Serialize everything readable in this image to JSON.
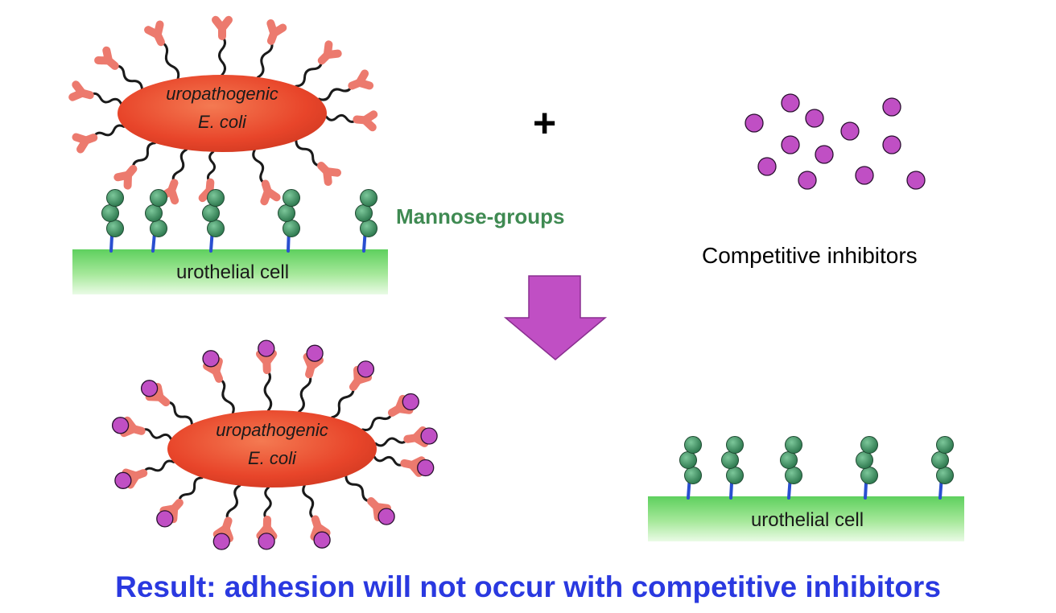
{
  "labels": {
    "bacterium_name_line1": "uropathogenic",
    "bacterium_name_line2": "E. coli",
    "cell_label": "urothelial cell",
    "plus_sign": "+",
    "mannose_label": "Mannose-groups",
    "inhibitor_label": "Competitive inhibitors",
    "result_caption": "Result: adhesion will not occur with competitive inhibitors"
  },
  "colors": {
    "bacterium_fill": "#e8452a",
    "adhesin": "#ec7a6e",
    "pilus": "#1a1a1a",
    "mannose_bead": "#3f8f62",
    "mannose_stalk": "#2a4fd0",
    "inhibitor": "#c04fc4",
    "arrow": "#c04fc4",
    "cell_green": "#7ddb7a",
    "mannose_text": "#3f8a52",
    "result_text": "#2a39e0"
  },
  "icons": [
    "bacterium-ellipse",
    "adhesin-y-shape",
    "mannose-bead-chain",
    "inhibitor-dot",
    "down-arrow"
  ]
}
